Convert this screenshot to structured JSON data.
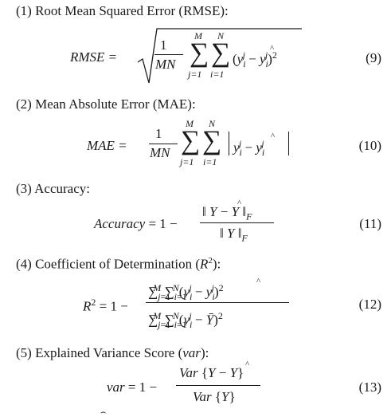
{
  "sections": [
    {
      "heading": "(1) Root Mean Squared Error (RMSE):",
      "number": "(9)"
    },
    {
      "heading": "(2) Mean Absolute Error (MAE):",
      "number": "(10)"
    },
    {
      "heading": "(3) Accuracy:",
      "number": "(11)"
    },
    {
      "heading": "(4) Coefficient of Determination (R²):",
      "number": "(12)"
    },
    {
      "heading": "(5) Explained Variance Score (var):",
      "number": "(13)"
    }
  ],
  "eq_rmse": {
    "lhs": "RMSE =",
    "frac_num": "1",
    "frac_den": "MN",
    "sum1_top": "M",
    "sum1_bot": "j=1",
    "sum2_top": "N",
    "sum2_bot": "i=1",
    "body": "(yij − ŷij)²"
  },
  "eq_mae": {
    "lhs": "MAE =",
    "frac_num": "1",
    "frac_den": "MN",
    "sum1_top": "M",
    "sum1_bot": "j=1",
    "sum2_top": "N",
    "sum2_bot": "i=1"
  },
  "eq_acc": {
    "lhs": "Accuracy = 1 −",
    "num": "‖ Y − Ŷ ‖F",
    "den": "‖ Y ‖F"
  },
  "eq_r2": {
    "lhs": "R² = 1 −",
    "num": "Σ Σ (yij − ŷij)²",
    "den": "Σ Σ (yij − ȳ)²"
  },
  "eq_var": {
    "lhs": "var = 1 −",
    "num": "Var {Y − Ŷ}",
    "den": "Var {Y}"
  }
}
